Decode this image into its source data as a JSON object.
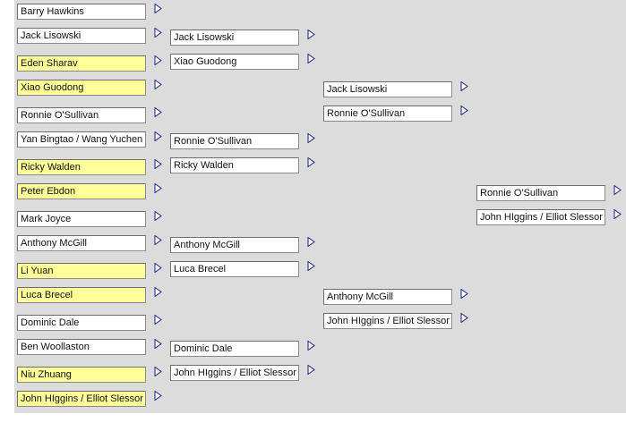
{
  "theme": {
    "bracket_bg": "#dcdcdc",
    "slot_bg": "#ffffff",
    "slot_highlight": "#ffff99",
    "slot_border": "#8a8a8a",
    "arrow_color": "#1a237e"
  },
  "advance_icon": "triangle-right-icon",
  "rounds": [
    {
      "name": "round-1",
      "slots": [
        {
          "player": "Barry Hawkins",
          "highlighted": false
        },
        {
          "player": "Jack Lisowski",
          "highlighted": false
        },
        {
          "player": "Eden Sharav",
          "highlighted": true
        },
        {
          "player": "Xiao Guodong",
          "highlighted": true
        },
        {
          "player": "Ronnie O'Sullivan",
          "highlighted": false
        },
        {
          "player": "Yan Bingtao / Wang Yuchen",
          "highlighted": false
        },
        {
          "player": "Ricky Walden",
          "highlighted": true
        },
        {
          "player": "Peter Ebdon",
          "highlighted": true
        },
        {
          "player": "Mark Joyce",
          "highlighted": false
        },
        {
          "player": "Anthony McGill",
          "highlighted": false
        },
        {
          "player": "Li Yuan",
          "highlighted": true
        },
        {
          "player": "Luca Brecel",
          "highlighted": true
        },
        {
          "player": "Dominic Dale",
          "highlighted": false
        },
        {
          "player": "Ben Woollaston",
          "highlighted": false
        },
        {
          "player": "Niu Zhuang",
          "highlighted": true
        },
        {
          "player": "John HIggins / Elliot Slessor",
          "highlighted": true
        }
      ]
    },
    {
      "name": "round-2",
      "slots": [
        {
          "player": "Jack Lisowski",
          "highlighted": false
        },
        {
          "player": "Xiao Guodong",
          "highlighted": false
        },
        {
          "player": "Ronnie O'Sullivan",
          "highlighted": false
        },
        {
          "player": "Ricky Walden",
          "highlighted": false
        },
        {
          "player": "Anthony McGill",
          "highlighted": false
        },
        {
          "player": "Luca Brecel",
          "highlighted": false
        },
        {
          "player": "Dominic Dale",
          "highlighted": false
        },
        {
          "player": "John HIggins / Elliot Slessor",
          "highlighted": false
        }
      ]
    },
    {
      "name": "round-3",
      "slots": [
        {
          "player": "Jack Lisowski",
          "highlighted": false
        },
        {
          "player": "Ronnie O'Sullivan",
          "highlighted": false
        },
        {
          "player": "Anthony McGill",
          "highlighted": false
        },
        {
          "player": "John HIggins / Elliot Slessor",
          "highlighted": false
        }
      ]
    },
    {
      "name": "round-4",
      "slots": [
        {
          "player": "Ronnie O'Sullivan",
          "highlighted": false
        },
        {
          "player": "John HIggins / Elliot Slessor",
          "highlighted": false
        }
      ]
    }
  ]
}
